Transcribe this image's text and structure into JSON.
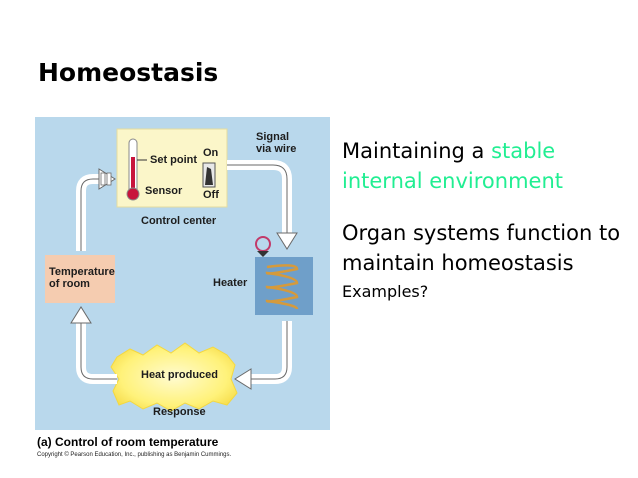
{
  "slide": {
    "title": "Homeostasis"
  },
  "figure": {
    "signal_label": "Signal\nvia wire",
    "set_point_label": "Set point",
    "on_label": "On",
    "off_label": "Off",
    "sensor_label": "Sensor",
    "control_center_label": "Control center",
    "heater_label": "Heater",
    "temperature_label": "Temperature\nof room",
    "heat_produced_label": "Heat produced",
    "response_label": "Response",
    "caption": "(a) Control of room temperature",
    "copyright": "Copyright © Pearson Education, Inc., publishing as Benjamin Cummings.",
    "colors": {
      "background": "#b9d8ec",
      "control_box": "#fbf6c9",
      "heater": "#6f9fc9",
      "coil": "#d59a3c",
      "heat_glow": "#fff27a",
      "temp_box": "#f5ccb0",
      "thermometer": "#c8143c",
      "arrow": "#ffffff"
    },
    "icons": [
      "thermometer-icon",
      "switch-icon",
      "coil-heater-icon",
      "arrow-icon"
    ]
  },
  "text": {
    "p1_before": "Maintaining a ",
    "p1_highlight1": "stable",
    "p1_highlight2": "internal environment",
    "p2": "Organ systems function to maintain homeostasis",
    "p3": "Examples?",
    "highlight_color": "#21ee92"
  }
}
